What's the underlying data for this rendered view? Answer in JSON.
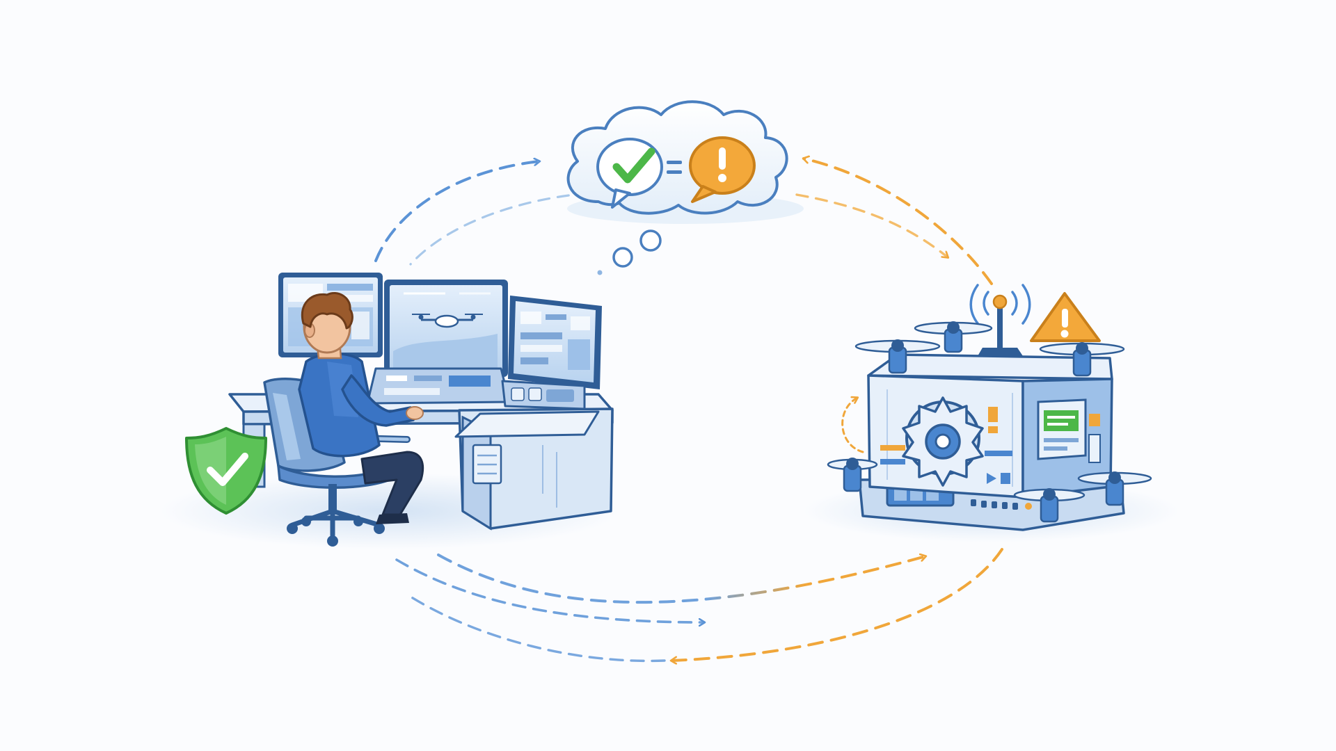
{
  "colors": {
    "background": "#fbfcfe",
    "outline": "#2f5d96",
    "blue_primary": "#4a86cf",
    "blue_light": "#d7e6f6",
    "blue_pale": "#eaf2fb",
    "orange": "#f0a63a",
    "orange_dark": "#d98a1c",
    "green": "#4cb748",
    "green_dark": "#2f8f33",
    "skin": "#f2c4a0",
    "hair": "#9a5a2c"
  },
  "icons": {
    "thought_left": "check-speech-bubble-icon",
    "thought_right": "exclamation-speech-bubble-icon",
    "operator_badge": "shield-check-icon",
    "drone_badge": "warning-triangle-icon",
    "drone_core": "gear-icon",
    "signal": "wireless-signal-icon"
  },
  "diagram": {
    "nodes": [
      {
        "id": "operator",
        "kind": "human-operator-at-control-console"
      },
      {
        "id": "thought",
        "kind": "shared-expectation-cloud"
      },
      {
        "id": "drone",
        "kind": "autonomous-drone-system"
      }
    ],
    "flows": [
      {
        "id": "operator-to-thought",
        "color": "blue"
      },
      {
        "id": "thought-to-drone",
        "color": "orange"
      },
      {
        "id": "operator-to-drone",
        "color": "blue-to-orange"
      },
      {
        "id": "drone-to-operator",
        "color": "orange-to-blue"
      }
    ]
  }
}
